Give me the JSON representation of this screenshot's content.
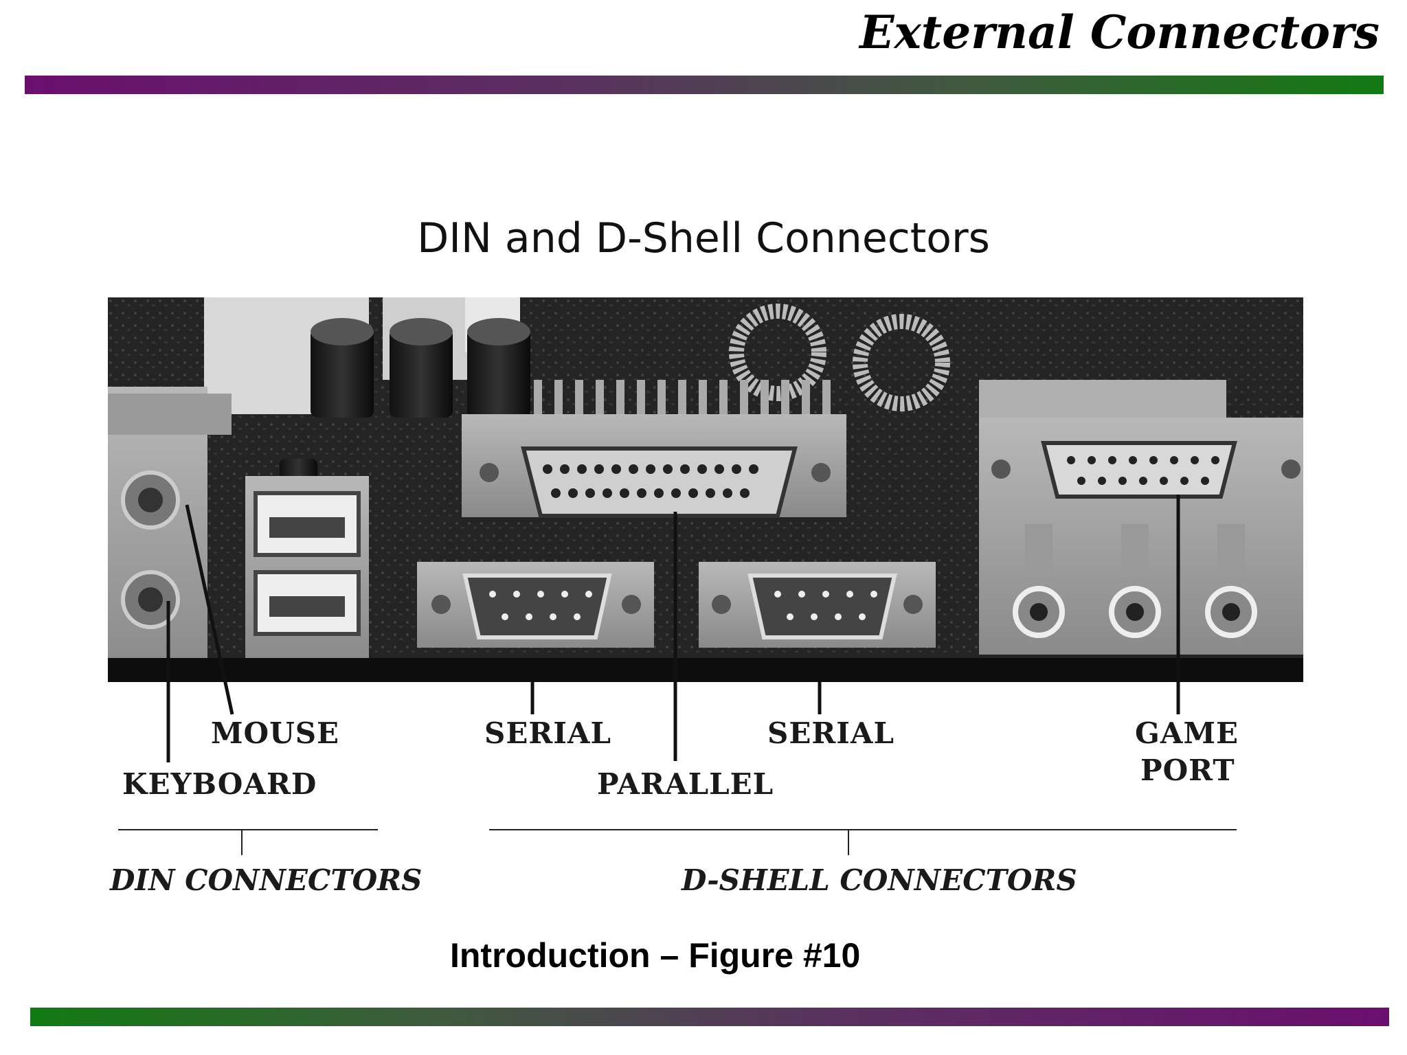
{
  "slide": {
    "title": "External Connectors",
    "caption": "Introduction – Figure #10"
  },
  "figure": {
    "title": "DIN and D-Shell Connectors",
    "labels": {
      "mouse": "MOUSE",
      "keyboard": "KEYBOARD",
      "serial_left": "SERIAL",
      "parallel": "PARALLEL",
      "serial_right": "SERIAL",
      "game_port_line1": "GAME",
      "game_port_line2": "PORT"
    },
    "groups": {
      "din": "DIN CONNECTORS",
      "dshell": "D-SHELL CONNECTORS"
    }
  },
  "colors": {
    "purple": "#6a0f6e",
    "green": "#127a12"
  }
}
